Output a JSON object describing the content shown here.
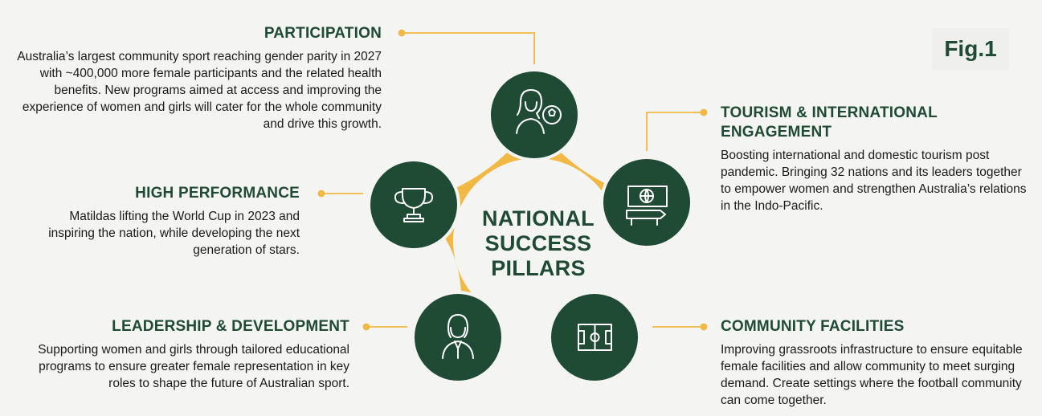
{
  "figure_label": "Fig.1",
  "center_title": [
    "NATIONAL",
    "SUCCESS",
    "PILLARS"
  ],
  "colors": {
    "dark_green": "#1f4a34",
    "gold": "#f2b844",
    "heading": "#1f4a34"
  },
  "pillars": {
    "participation": {
      "title": "PARTICIPATION",
      "text": "Australia’s largest community sport reaching gender parity in 2027 with ~400,000 more female participants and the related health benefits. New programs aimed at access and improving the experience of women and girls will cater for the whole community and drive this growth.",
      "icon": "female-player-with-ball-icon"
    },
    "tourism": {
      "title": "TOURISM & INTERNATIONAL ENGAGEMENT",
      "text": "Boosting international and domestic tourism post pandemic. Bringing 32 nations and its leaders together to empower women and strengthen Australia’s relations in the Indo-Pacific.",
      "icon": "globe-screen-signpost-icon"
    },
    "high_performance": {
      "title": "HIGH PERFORMANCE",
      "text": "Matildas lifting the World Cup in 2023 and inspiring the nation, while developing the next generation of stars.",
      "icon": "trophy-icon"
    },
    "leadership": {
      "title": "LEADERSHIP & DEVELOPMENT",
      "text": "Supporting women and girls through tailored educational programs to ensure greater female representation in key roles to shape the future of Australian sport.",
      "icon": "businesswoman-icon"
    },
    "facilities": {
      "title": "COMMUNITY FACILITIES",
      "text": "Improving grassroots infrastructure to ensure equitable female facilities and allow community to meet surging demand. Create settings where the football community can come together.",
      "icon": "football-pitch-icon"
    }
  }
}
